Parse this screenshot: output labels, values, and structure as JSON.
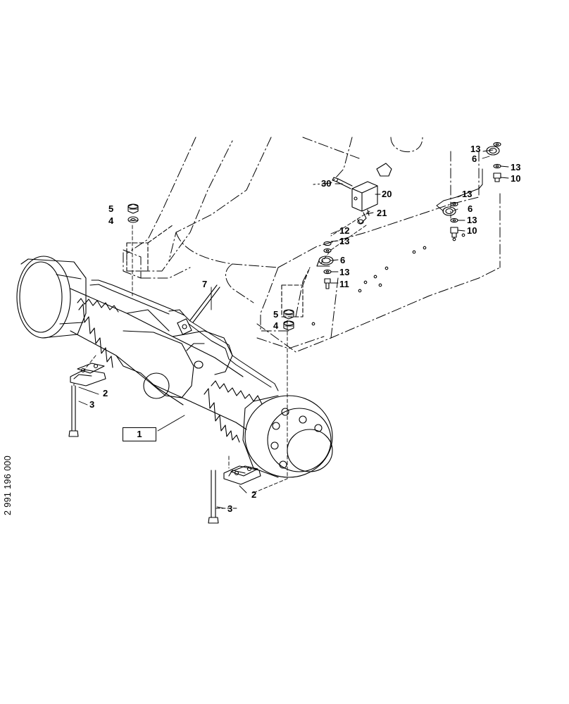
{
  "drawing": {
    "code": "2 991 196 000",
    "assembly_label": "1"
  },
  "callouts": {
    "c30": "30",
    "c20": "20",
    "c21": "21",
    "c12": "12",
    "c13a": "13",
    "c6a": "6",
    "c13b": "13",
    "c11": "11",
    "c13c": "13",
    "c6b": "6",
    "c13d": "13",
    "c10a": "10",
    "c13e": "13",
    "c6c": "6",
    "c13f": "13",
    "c10b": "10",
    "c5a": "5",
    "c4a": "4",
    "c5b": "5",
    "c4b": "4",
    "c7": "7",
    "c2a": "2",
    "c3a": "3",
    "c2b": "2",
    "c3b": "3"
  }
}
